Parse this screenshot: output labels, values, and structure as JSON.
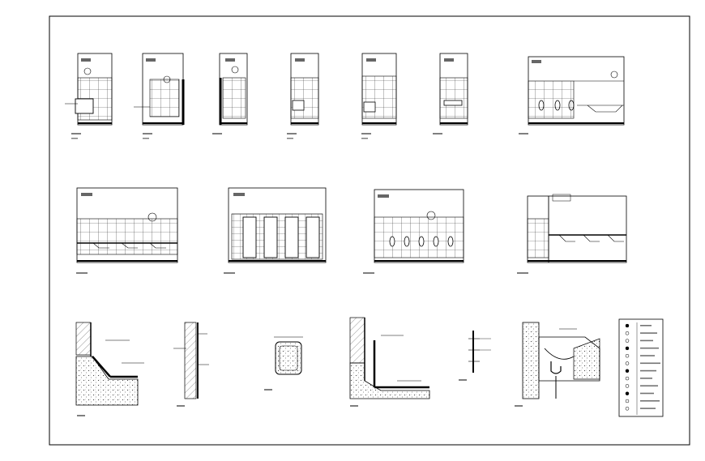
{
  "sheet": {
    "background": "#ffffff",
    "line_color": "#000000",
    "tile_color": "#333333",
    "hatch_color": "#555555"
  },
  "elevations_row1": [
    {
      "id": "e1"
    },
    {
      "id": "e2"
    },
    {
      "id": "e3"
    },
    {
      "id": "e4"
    },
    {
      "id": "e5"
    },
    {
      "id": "e6"
    },
    {
      "id": "e7"
    }
  ],
  "elevations_row2": [
    {
      "id": "e8"
    },
    {
      "id": "e9"
    },
    {
      "id": "e10"
    },
    {
      "id": "e11"
    }
  ],
  "details_row3": [
    {
      "id": "d1"
    },
    {
      "id": "d2"
    },
    {
      "id": "d3"
    },
    {
      "id": "d4"
    },
    {
      "id": "d5"
    },
    {
      "id": "d6"
    }
  ],
  "legend": {
    "rows": 12
  }
}
